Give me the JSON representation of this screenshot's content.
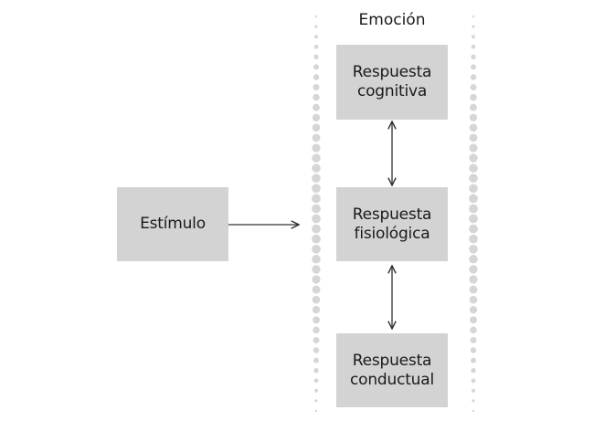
{
  "diagram": {
    "group_title": "Emoción",
    "stimulus": {
      "line1": "Estímulo"
    },
    "responses": [
      {
        "line1": "Respuesta",
        "line2": "cognitiva"
      },
      {
        "line1": "Respuesta",
        "line2": "fisiológica"
      },
      {
        "line1": "Respuesta",
        "line2": "conductual"
      }
    ]
  },
  "colors": {
    "box_fill": "#d3d3d3",
    "dots": "#d6d6d6",
    "arrows": "#333333",
    "text": "#1a1a1a"
  }
}
